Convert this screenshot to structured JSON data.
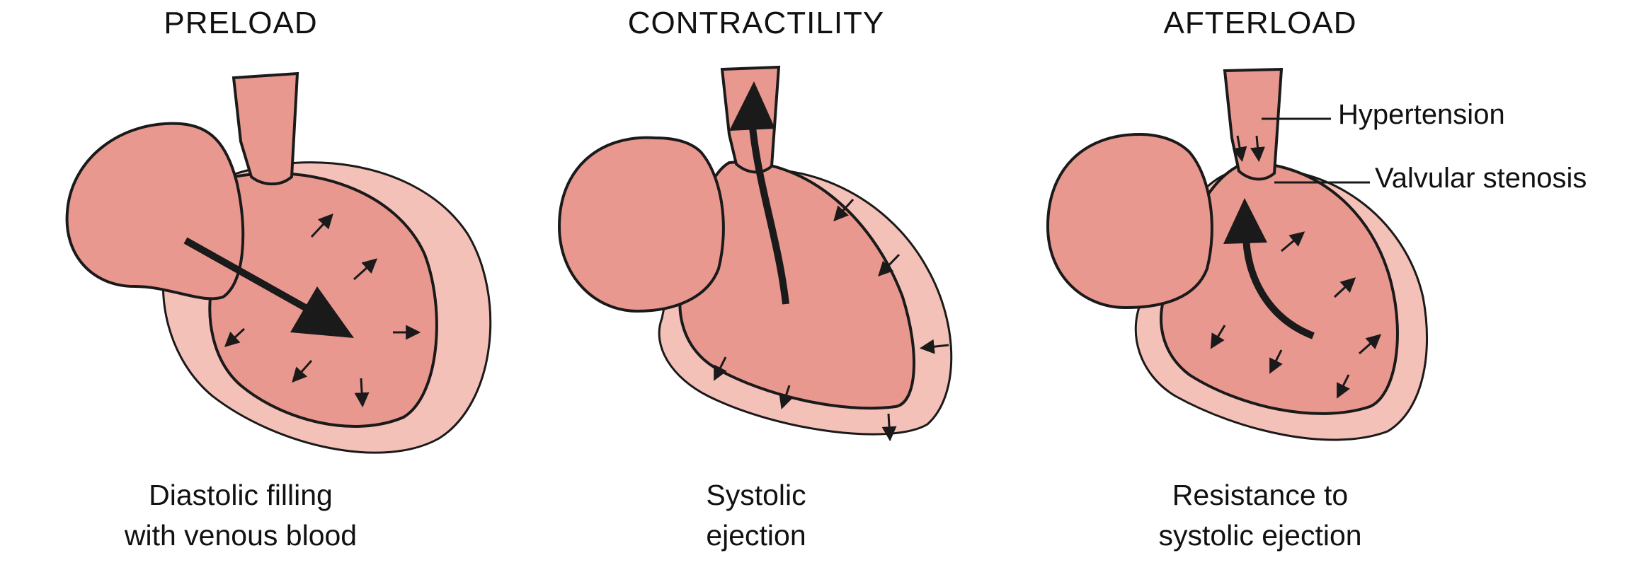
{
  "panels": [
    {
      "title": "PRELOAD",
      "caption_line1": "Diastolic filling",
      "caption_line2": "with venous blood"
    },
    {
      "title": "CONTRACTILITY",
      "caption_line1": "Systolic",
      "caption_line2": "ejection"
    },
    {
      "title": "AFTERLOAD",
      "caption_line1": "Resistance to",
      "caption_line2": "systolic ejection",
      "annotations": [
        "Hypertension",
        "Valvular stenosis"
      ]
    }
  ],
  "colors": {
    "heart_fill": "#e8988f",
    "pericardium_fill": "#f4c1b8",
    "outline": "#1a1a1a",
    "text": "#111111"
  }
}
